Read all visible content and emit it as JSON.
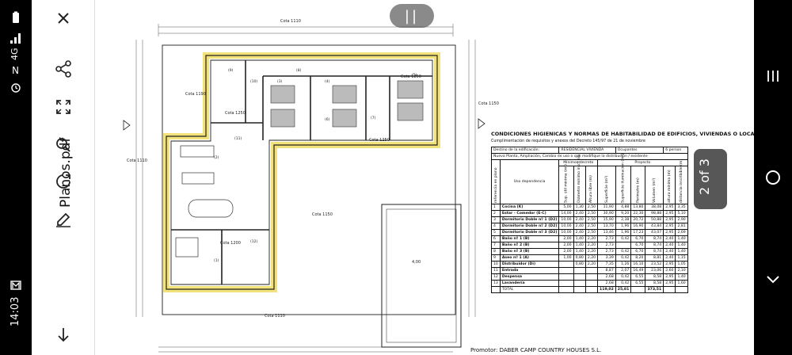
{
  "status_bar": {
    "time": "14:03",
    "network": "4G",
    "icons": [
      "signal-icon",
      "nfc-icon",
      "alarm-icon",
      "mail-icon",
      "battery-icon"
    ]
  },
  "toolbar": {
    "filename": "Planos.pdf",
    "buttons": [
      "close-icon",
      "share-icon",
      "fit-screen-icon",
      "search-icon",
      "reflow-icon",
      "sign-icon",
      "download-icon"
    ]
  },
  "viewer": {
    "page_indicator": "2 of 3",
    "handle_label": "||"
  },
  "plan": {
    "room_labels": [
      "(9)",
      "(8)",
      "(4)",
      "(3)",
      "(5)",
      "(1)",
      "(2)",
      "(6)",
      "(7)",
      "(10)",
      "(11)",
      "(12)"
    ],
    "level_labels": [
      "Cota 1110",
      "Cota 1190",
      "Cota 1250",
      "Cota 1250",
      "Cota 1250",
      "Cota 1150",
      "Cota 1200",
      "Cota 1110",
      "Cota 1110",
      "Cota 1150"
    ],
    "pool_dimension": "4,00",
    "promoter": "Promotor:   DABER CAMP COUNTRY HOUSES S.L."
  },
  "table": {
    "title": "CONDICIONES HIGIENICAS Y NORMAS DE HABITABILIDAD DE EDIFICIOS, VIVIENDAS O LOCALES",
    "subtitle": "Cumplimentación de requisitos y anexos del Decreto 145/97 de 21 de noviembre",
    "destino_label": "Destino de la edificación:",
    "destino_value": "RESIDENCIAL VIVIENDA",
    "ocupantes_label": "Ocupantes",
    "ocupantes_value": "6 person",
    "tipo_label": "Nueva Planta, Ampliación, Cambio de uso o que modifique la distribución / existente",
    "ref_header": "referencia en plano",
    "uso_header": "Uso dependencia",
    "minimos_header": "Mínimos decreto",
    "proyecto_header": "Proyecto",
    "columns": [
      "Sup. útil mínima (m²)",
      "Diámetro mínimo inscr. (m)",
      "Altura libre (m)",
      "Superficie (m²)",
      "Superficie iluminación (m²)",
      "Perímetro (m)",
      "Volumen (m³)",
      "altura mínima (m)",
      "distancia inscribible (m)"
    ],
    "rows": [
      [
        "1",
        "Cocina (K)",
        "5,00",
        "1,30",
        "2,50",
        "11,90",
        "4,88",
        "13,80",
        "38,08",
        "2,95",
        "3,35"
      ],
      [
        "2",
        "Estar - Comedor (E-C)",
        "14,00",
        "2,40",
        "2,50",
        "30,90",
        "9,20",
        "22,30",
        "98,88",
        "2,95",
        "5,10"
      ],
      [
        "3",
        "Dormitorio Doble nº 1 (D2)",
        "10,00",
        "2,40",
        "2,50",
        "15,90",
        "2,38",
        "20,72",
        "50,88",
        "2,95",
        "2,90"
      ],
      [
        "4",
        "Dormitorio Doble nº 2 (D2)",
        "10,00",
        "2,40",
        "2,50",
        "13,70",
        "1,96",
        "16,90",
        "43,84",
        "2,95",
        "2,81"
      ],
      [
        "5",
        "Dormitorio Doble nº 3 (D2)",
        "10,00",
        "2,40",
        "2,50",
        "13,46",
        "1,96",
        "17,23",
        "43,07",
        "2,95",
        "2,69"
      ],
      [
        "6",
        "Baño nº 1 (B)",
        "2,00",
        "1,40",
        "2,20",
        "2,73",
        "0,42",
        "6,70",
        "8,74",
        "2,40",
        "1,40"
      ],
      [
        "7",
        "Baño nº 2 (B)",
        "2,00",
        "1,40",
        "2,20",
        "2,73",
        "",
        "6,70",
        "8,74",
        "2,40",
        "1,40"
      ],
      [
        "8",
        "Baño nº 3 (B)",
        "2,00",
        "1,40",
        "2,20",
        "2,73",
        "0,42",
        "6,70",
        "8,74",
        "2,40",
        "1,40"
      ],
      [
        "9",
        "Aseo nº 1 (A)",
        "1,00",
        "0,80",
        "2,20",
        "3,39",
        "0,42",
        "8,20",
        "8,81",
        "2,40",
        "1,15"
      ],
      [
        "10",
        "Distribuidor (Di)",
        "",
        "0,80",
        "2,20",
        "7,35",
        "1,26",
        "16,10",
        "23,52",
        "2,95",
        "1,05"
      ],
      [
        "11",
        "Entrada",
        "",
        "",
        "",
        "8,87",
        "2,07",
        "16,49",
        "23,06",
        "2,60",
        "2,10"
      ],
      [
        "12",
        "Despensa",
        "",
        "",
        "",
        "2,68",
        "0,42",
        "6,55",
        "8,58",
        "2,95",
        "1,40"
      ],
      [
        "13",
        "Lavandería",
        "",
        "",
        "",
        "2,68",
        "0,42",
        "6,55",
        "8,58",
        "2,95",
        "1,60"
      ]
    ],
    "total_label": "TOTAL",
    "total_superficie": "119,02",
    "total_iluminacion": "25,81",
    "total_volumen": "373,51"
  },
  "nav_bar": {
    "buttons": [
      "recents-icon",
      "home-icon",
      "back-icon"
    ]
  },
  "colors": {
    "wall_yellow": "#f3e27a",
    "wall_dark": "#222222",
    "bed_fill": "#bbbbbb"
  }
}
